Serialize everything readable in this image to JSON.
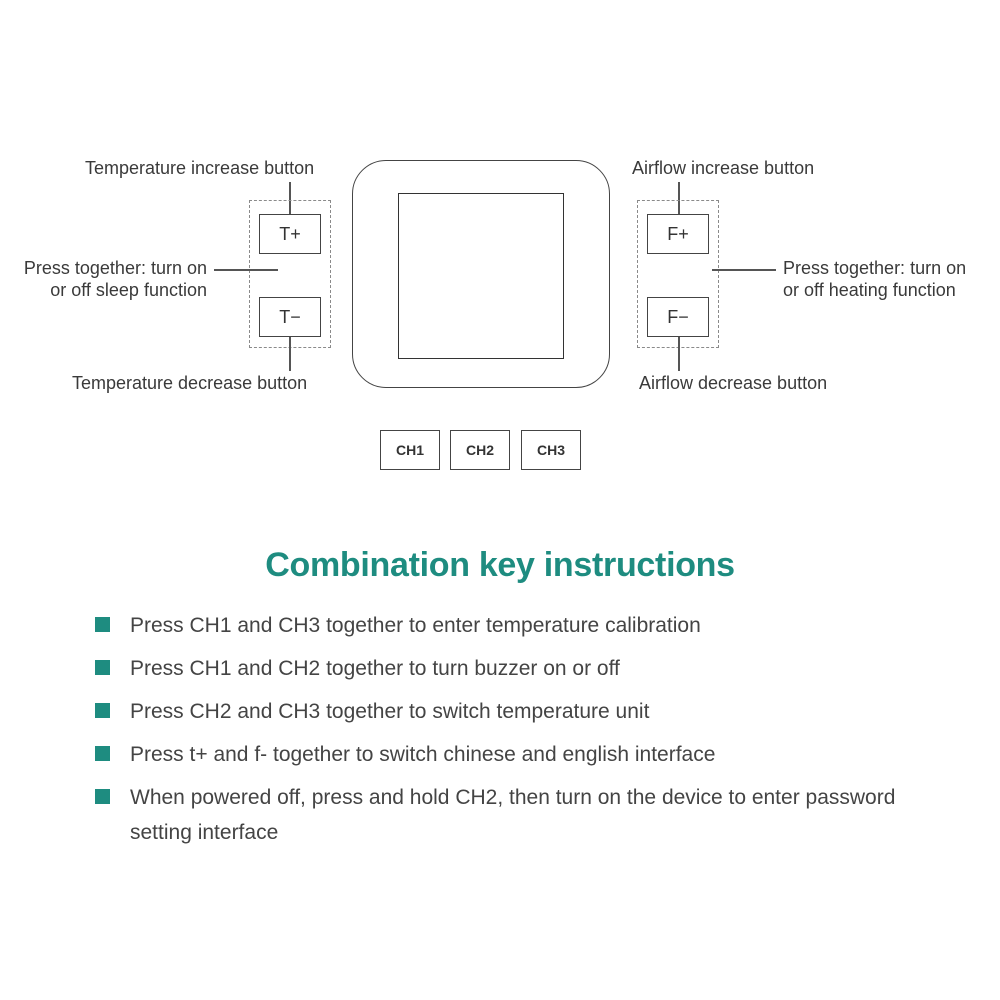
{
  "diagram": {
    "left_group": {
      "increase_label": "Temperature increase button",
      "decrease_label": "Temperature decrease button",
      "together_label_line1": "Press together: turn on",
      "together_label_line2": "or off sleep function",
      "key_plus": "T+",
      "key_minus": "T−"
    },
    "right_group": {
      "increase_label": "Airflow increase button",
      "decrease_label": "Airflow decrease button",
      "together_label_line1": "Press together: turn on",
      "together_label_line2": "or off heating function",
      "key_plus": "F+",
      "key_minus": "F−"
    },
    "channels": [
      "CH1",
      "CH2",
      "CH3"
    ]
  },
  "instructions": {
    "title": "Combination key instructions",
    "items": [
      "Press CH1 and CH3 together to enter temperature calibration",
      "Press CH1 and CH2 together to turn buzzer on or off",
      "Press CH2 and CH3 together to switch temperature unit",
      "Press t+ and f- together to switch chinese and english interface",
      "When powered off, press and hold CH2, then turn on the device to enter password setting interface"
    ]
  },
  "colors": {
    "accent": "#1e8c80",
    "text": "#3a3a3a",
    "line": "#444444"
  }
}
